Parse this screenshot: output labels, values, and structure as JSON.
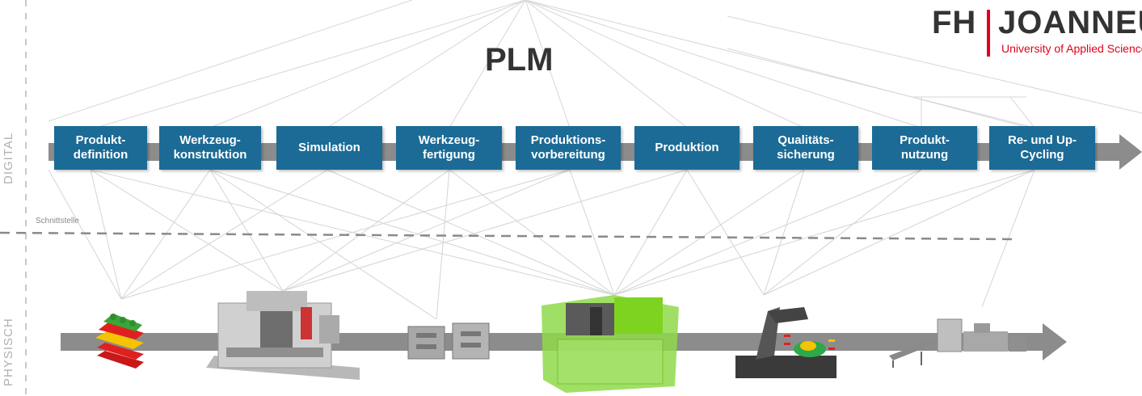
{
  "title": "PLM",
  "axis_labels": {
    "digital": "DIGITAL",
    "physical": "PHYSISCH"
  },
  "interface_label": "Schnittstelle",
  "stages": [
    "Produkt-\ndefinition",
    "Werkzeug-\nkonstruktion",
    "Simulation",
    "Werkzeug-\nfertigung",
    "Produktions-\nvorbereitung",
    "Produktion",
    "Qualitäts-\nsicherung",
    "Produkt-\nnutzung",
    "Re- und Up-\nCycling"
  ],
  "logo": {
    "initials": "FH",
    "name": "JOANNEUM",
    "subtitle": "University of Applied Sciences"
  },
  "colors": {
    "stage_blue": "#1b6b96",
    "arrow_gray": "#8c8c8c",
    "brand_red": "#e2001a",
    "machine_green": "#7ed321"
  },
  "physical_items": [
    "lego-bricks",
    "cnc-machine",
    "mold-tool",
    "injection-molding-machine",
    "robot-inspection",
    "recycling-line"
  ]
}
